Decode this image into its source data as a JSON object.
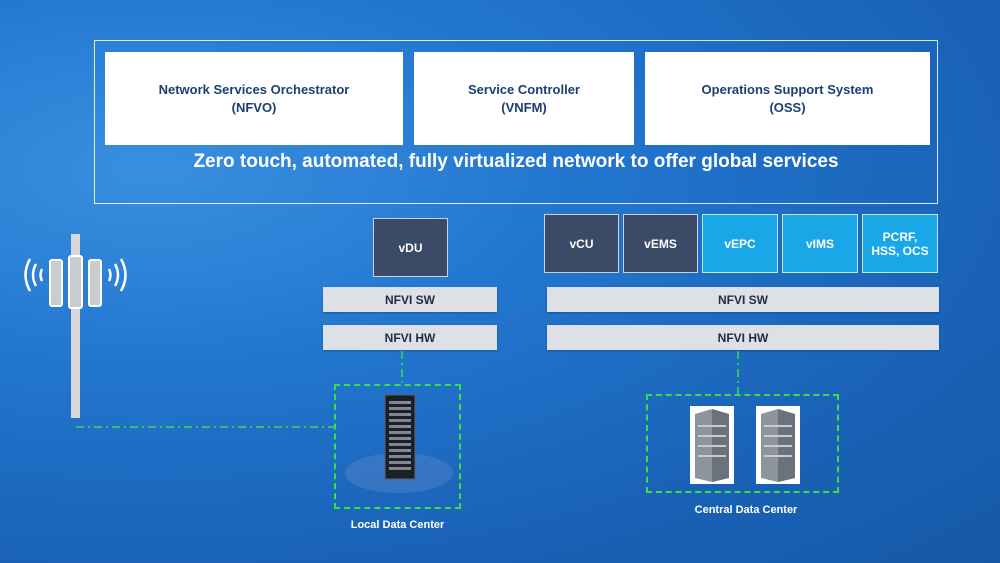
{
  "orchestration": {
    "boxes": [
      {
        "title": "Network Services Orchestrator",
        "abbr": "(NFVO)"
      },
      {
        "title": "Service Controller",
        "abbr": "(VNFM)"
      },
      {
        "title": "Operations Support System",
        "abbr": "(OSS)"
      }
    ],
    "tagline": "Zero touch, automated, fully virtualized network to offer global services"
  },
  "local": {
    "vnf": "vDU",
    "nfvi_sw": "NFVI SW",
    "nfvi_hw": "NFVI HW",
    "caption": "Local Data Center"
  },
  "central": {
    "vnfs": [
      {
        "label": "vCU",
        "style": "dark"
      },
      {
        "label": "vEMS",
        "style": "dark"
      },
      {
        "label": "vEPC",
        "style": "cyan"
      },
      {
        "label": "vIMS",
        "style": "cyan"
      },
      {
        "label": "PCRF, HSS, OCS",
        "style": "cyan"
      }
    ],
    "nfvi_sw": "NFVI SW",
    "nfvi_hw": "NFVI HW",
    "caption": "Central Data Center"
  },
  "colors": {
    "background": "#1a63b8",
    "dark_vnf": "#3b4a66",
    "cyan_vnf": "#1aa7e8",
    "dashed_link": "#3ddc4a",
    "title_text": "#1c3f73"
  },
  "icons": [
    "cell-tower-icon",
    "server-rack-icon",
    "tower-server-icon"
  ]
}
